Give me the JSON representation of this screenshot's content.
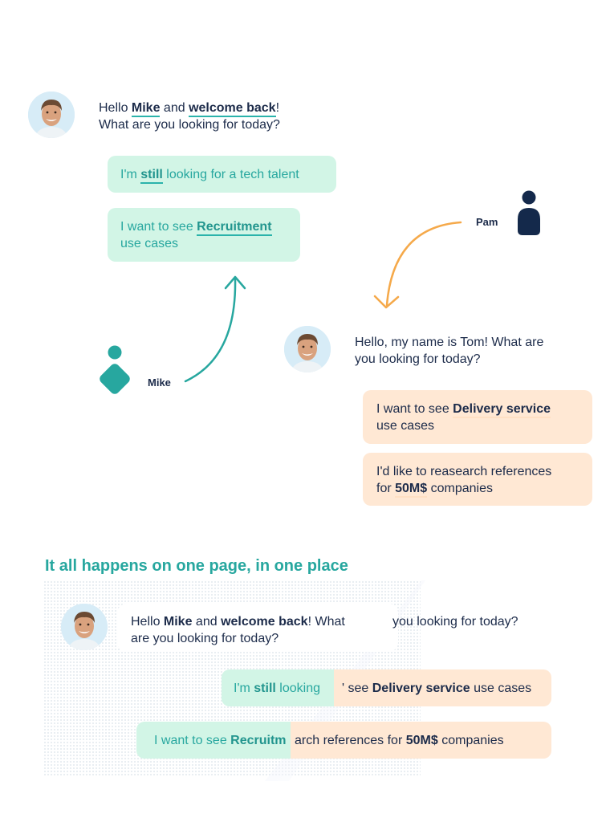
{
  "top": {
    "greeting": {
      "line1": {
        "prefix": "Hello ",
        "name": "Mike",
        "mid": " and ",
        "emph": "welcome back",
        "suffix": "!"
      },
      "line2": "What are  you looking for today?"
    },
    "replies": [
      {
        "prefix": "I'm ",
        "emph": "still",
        "suffix": " looking for a tech talent"
      },
      {
        "prefix": "I want to see ",
        "emph": "Recruitment",
        "line2": "use cases"
      }
    ],
    "person_label": "Mike"
  },
  "middle": {
    "person_label": "Pam",
    "greeting": {
      "line1": "Hello, my name is Tom! What are",
      "line2": "you looking for today?"
    },
    "replies": [
      {
        "prefix": "I want to see ",
        "emph": "Delivery service",
        "line2": "use cases"
      },
      {
        "line1": "I'd like to reasearch references",
        "prefix2": "for ",
        "emph": "50M$",
        "suffix2": " companies"
      }
    ]
  },
  "bottom": {
    "headline": "It all happens on one page, in one place",
    "greeting": {
      "prefix": "Hello ",
      "name": "Mike",
      "mid": " and ",
      "emph": "welcome back",
      "suffix": "! What",
      "right": "you looking for today?",
      "line2": "are  you looking for today?"
    },
    "row1": {
      "green_prefix": "I'm ",
      "green_emph": "still",
      "green_suffix": " looking",
      "peach_prefix": "' see ",
      "peach_emph": "Delivery service",
      "peach_suffix": " use cases"
    },
    "row2": {
      "green_prefix": "I want to see ",
      "green_emph": "Recruitm",
      "peach_prefix": "arch references for ",
      "peach_emph": "50M$",
      "peach_suffix": " companies"
    }
  },
  "colors": {
    "teal": "#27a79f",
    "orange": "#f5a94a",
    "navy": "#14294b",
    "green_bubble": "#d2f5e6",
    "peach_bubble": "#ffe8d4"
  },
  "icons": [
    "avatar",
    "person-icon",
    "curved-arrow-icon"
  ]
}
